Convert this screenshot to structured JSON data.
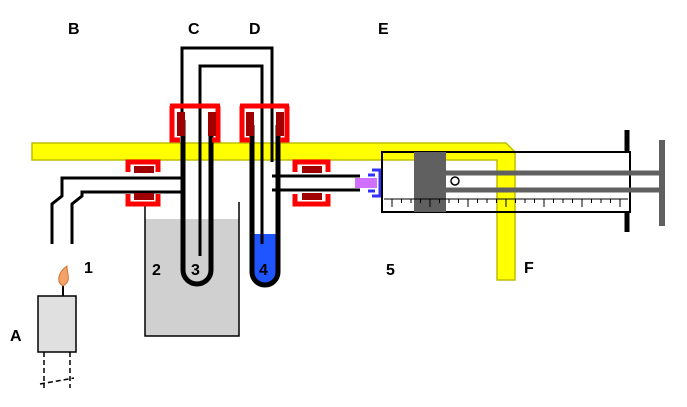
{
  "labels": {
    "A": "A",
    "B": "B",
    "C": "C",
    "D": "D",
    "E": "E",
    "F": "F",
    "n1": "1",
    "n2": "2",
    "n3": "3",
    "n4": "4",
    "n5": "5"
  },
  "colors": {
    "stand": "#ffff00",
    "stand_edge": "#bdbd00",
    "seal": "#ff0000",
    "seal_dark": "#a00000",
    "water": "#d0d0d0",
    "blue_liquid": "#1e55ff",
    "plunger": "#606060",
    "flame": "#f3a367",
    "adapter": "#c040ff",
    "adapter_blue": "#3030ff",
    "tube": "#000000"
  }
}
